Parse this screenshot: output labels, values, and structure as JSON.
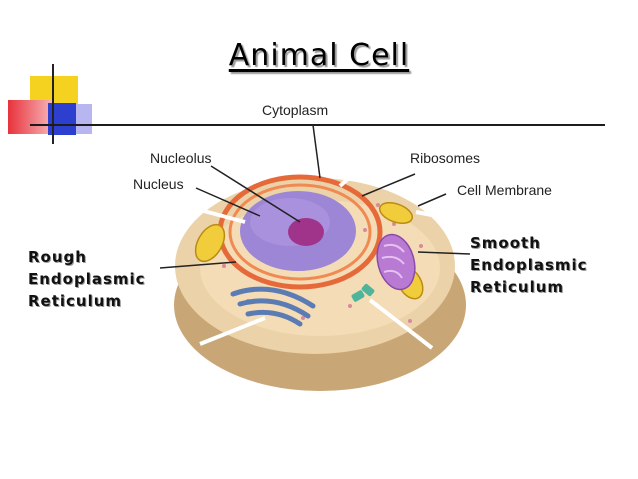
{
  "title": "Animal Cell",
  "labels": {
    "cytoplasm": "Cytoplasm",
    "nucleolus": "Nucleolus",
    "nucleus": "Nucleus",
    "ribosomes": "Ribosomes",
    "cell_membrane": "Cell Membrane",
    "rough_er": [
      "Rough",
      "Endoplasmic",
      "Reticulum"
    ],
    "smooth_er": [
      "Smooth",
      "Endoplasmic",
      "Reticulum"
    ]
  },
  "colors": {
    "deco_yellow": "#f4d21f",
    "deco_red": "#e8333c",
    "deco_blue": "#2c3fcf",
    "cell_body": "#ecd2a8",
    "nucleus": "#9d86d6",
    "nucleolus": "#a0348a",
    "rough_er": "#e6693a",
    "mitochondria": "#f2cd3b",
    "smooth_er": "#b87ad2",
    "golgi": "#6e8fc0"
  }
}
